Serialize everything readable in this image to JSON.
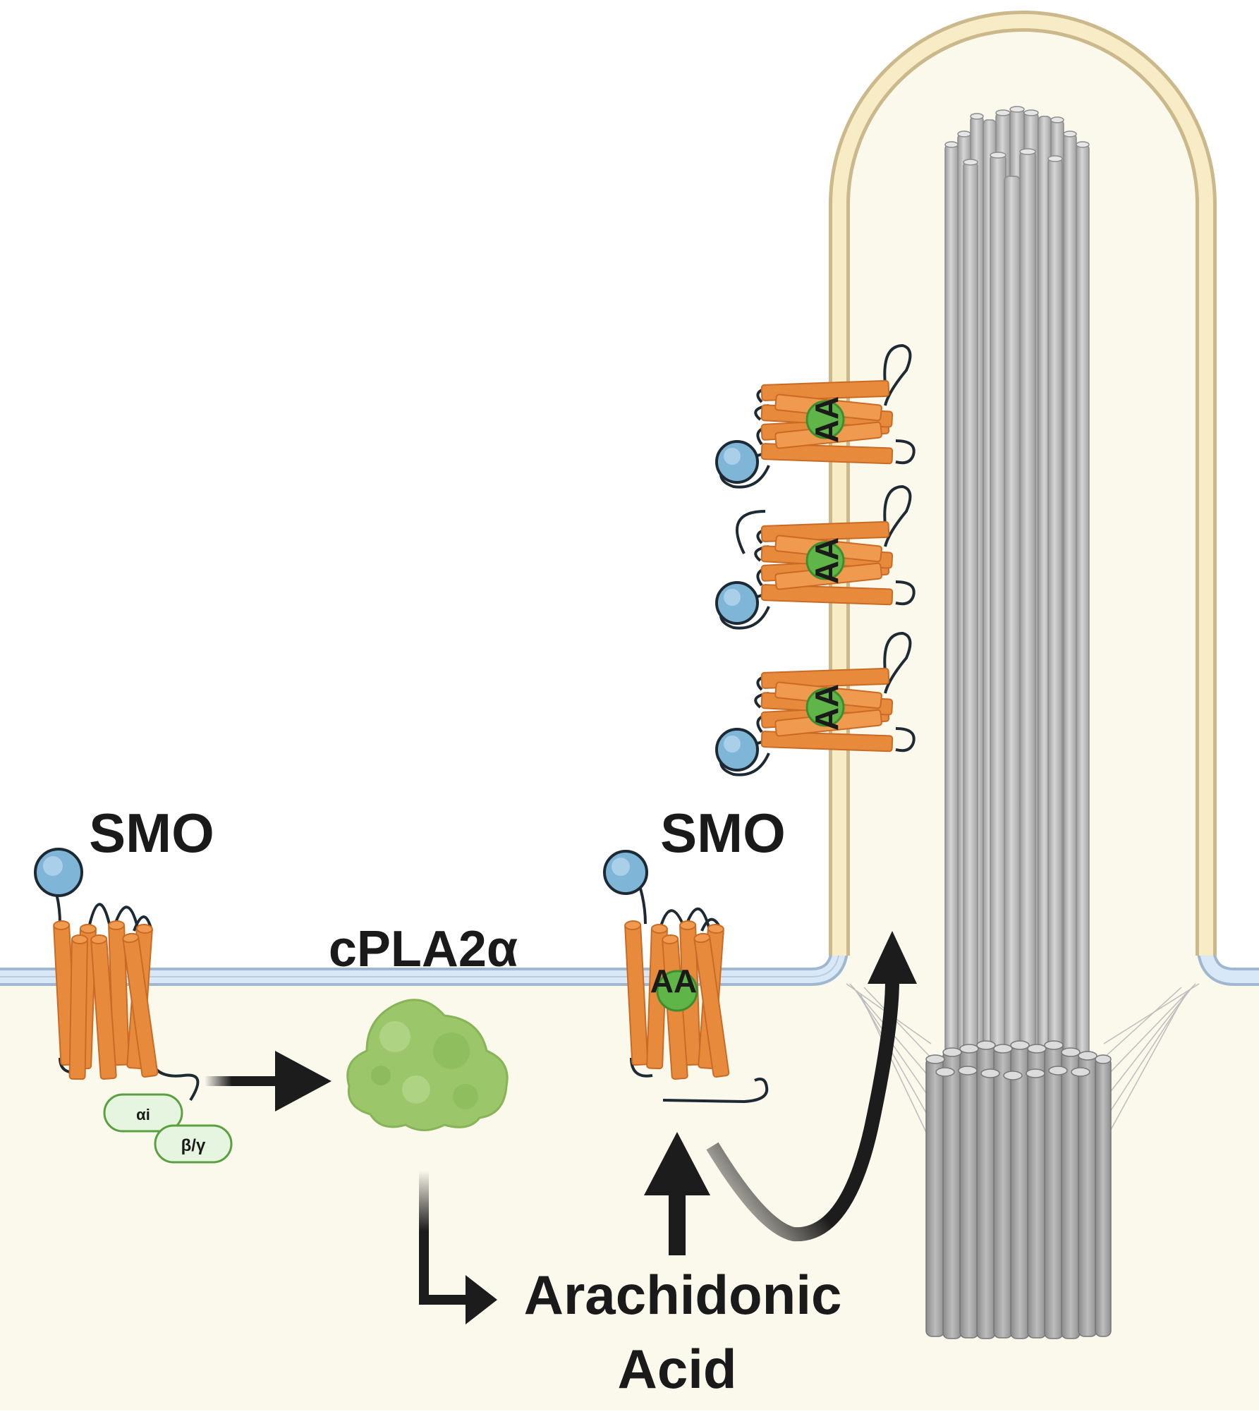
{
  "labels": {
    "smo_left": "SMO",
    "smo_mid": "SMO",
    "cpla2": "cPLA2α",
    "arachidonic": "Arachidonic",
    "acid": "Acid",
    "gprotein_alpha": "αi",
    "gprotein_betagamma": "β/γ",
    "aa_membrane": "AA",
    "aa_cilium_1": "AA",
    "aa_cilium_2": "AA",
    "aa_cilium_3": "AA"
  },
  "colors": {
    "smo_orange": "#e88a3c",
    "smo_orange_dark": "#c96b25",
    "ligand_blue": "#7fb6d8",
    "aa_green": "#5fb548",
    "cpla2_green": "#9cc66a",
    "gprotein_fill": "#e6f5df",
    "gprotein_stroke": "#5aa040",
    "cytoplasm": "#fbf8ec",
    "membrane_blue": "#d5e6f5",
    "cilium_membrane": "#d8c9a0",
    "axoneme_gray": "#b9b9b9",
    "arrow_dark": "#1c1c1c"
  }
}
